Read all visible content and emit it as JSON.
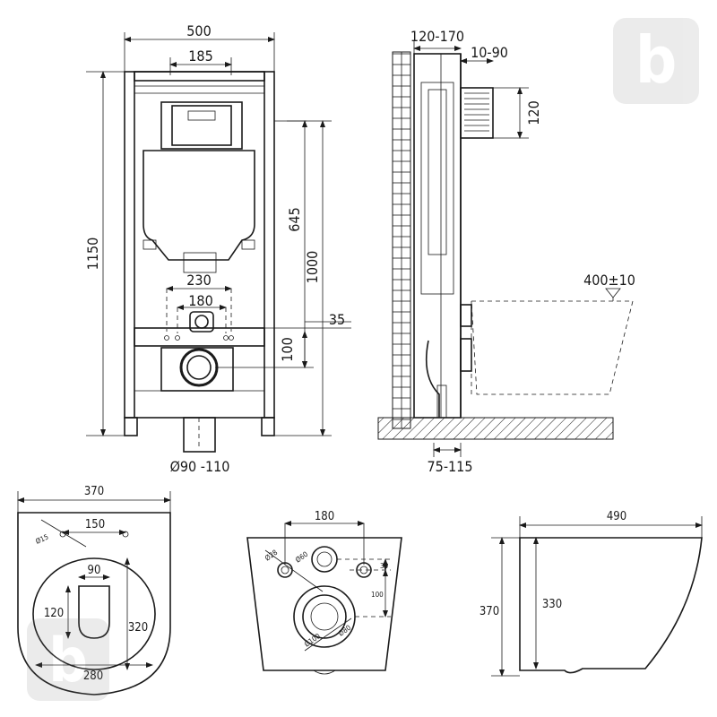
{
  "front_view": {
    "width_overall": "500",
    "width_top_rail": "185",
    "height_overall": "1150",
    "height_rod": "645",
    "height_support": "1000",
    "bolt_spacing_outer": "230",
    "bolt_spacing_inner": "180",
    "offset_inlet": "35",
    "offset_outlet": "100",
    "drain_diameter": "Ø90 -110"
  },
  "side_view": {
    "depth_range": "120-170",
    "flush_offset": "10-90",
    "flush_box_height": "120",
    "bowl_height": "400±10",
    "bottom_depth": "75-115"
  },
  "top_view": {
    "width": "370",
    "hole_spacing": "150",
    "hole_diameter": "Ø15",
    "inner_width": "90",
    "inner_length": "120",
    "rim_depth": "320",
    "base_width": "280"
  },
  "rear_view": {
    "bolt_spacing": "180",
    "hole_small": "Ø28",
    "hole_inlet": "Ø60",
    "offset_a": "35",
    "offset_b": "100",
    "hole_outlet": "Ø80",
    "hole_drain": "Ø100"
  },
  "profile_view": {
    "length": "490",
    "height_total": "370",
    "height_inner": "330"
  },
  "watermark": {
    "text": "b"
  }
}
